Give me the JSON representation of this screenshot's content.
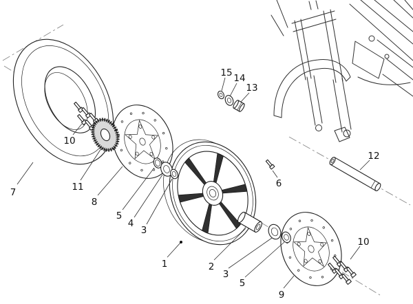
{
  "colors": {
    "background": "#ffffff",
    "line": "#1f1f1f",
    "spoke_fill": "#303030",
    "axis": "#8a8a8a"
  },
  "diagram": {
    "callouts": [
      {
        "num": "7"
      },
      {
        "num": "10"
      },
      {
        "num": "11"
      },
      {
        "num": "8"
      },
      {
        "num": "5"
      },
      {
        "num": "4"
      },
      {
        "num": "3"
      },
      {
        "num": "1"
      },
      {
        "num": "2"
      },
      {
        "num": "3"
      },
      {
        "num": "5"
      },
      {
        "num": "9"
      },
      {
        "num": "10"
      },
      {
        "num": "6"
      },
      {
        "num": "12"
      },
      {
        "num": "13"
      },
      {
        "num": "14"
      },
      {
        "num": "15"
      }
    ]
  }
}
